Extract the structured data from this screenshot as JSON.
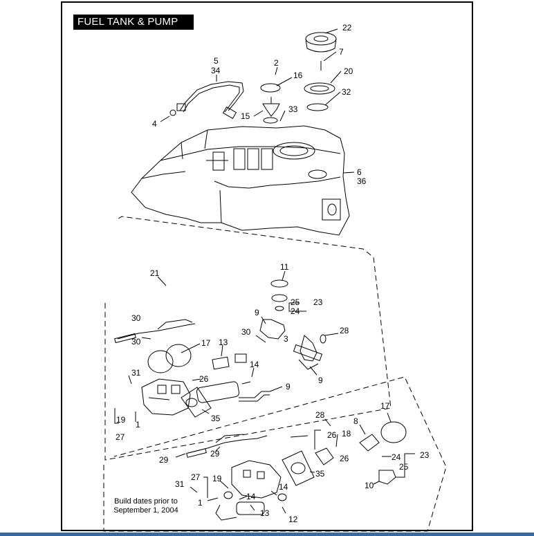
{
  "title": "FUEL TANK & PUMP",
  "note": [
    "Build dates prior to",
    "September 1, 2004"
  ],
  "labels": {
    "l22": "22",
    "l7": "7",
    "l20": "20",
    "l32": "32",
    "l2": "2",
    "l16": "16",
    "l5": "5",
    "l34": "34",
    "l15": "15",
    "l33": "33",
    "l4": "4",
    "l6": "6",
    "l36": "36",
    "l21": "21",
    "l11": "11",
    "l25a": "25",
    "l23a": "23",
    "l24a": "24",
    "l9a": "9",
    "l30a": "30",
    "l3": "3",
    "l28a": "28",
    "l30b": "30",
    "l30c": "30",
    "l17a": "17",
    "l13a": "13",
    "l14a": "14",
    "l9b": "9",
    "l9c": "9",
    "l31a": "31",
    "l26a": "26",
    "l19a": "19",
    "l1a": "1",
    "l27a": "27",
    "l35a": "35",
    "l17b": "17",
    "l28b": "28",
    "l8": "8",
    "l26b": "26",
    "l18": "18",
    "l26c": "26",
    "l23b": "23",
    "l24b": "24",
    "l25b": "25",
    "l10": "10",
    "l29a": "29",
    "l29b": "29",
    "l27b": "27",
    "l19b": "19",
    "l31b": "31",
    "l1b": "1",
    "l14b": "14",
    "l14c": "14",
    "l13b": "13",
    "l35b": "35",
    "l12": "12"
  },
  "colors": {
    "frame": "#000000",
    "title_bg": "#000000",
    "title_text": "#ffffff",
    "bar": "#3d6a9c"
  }
}
